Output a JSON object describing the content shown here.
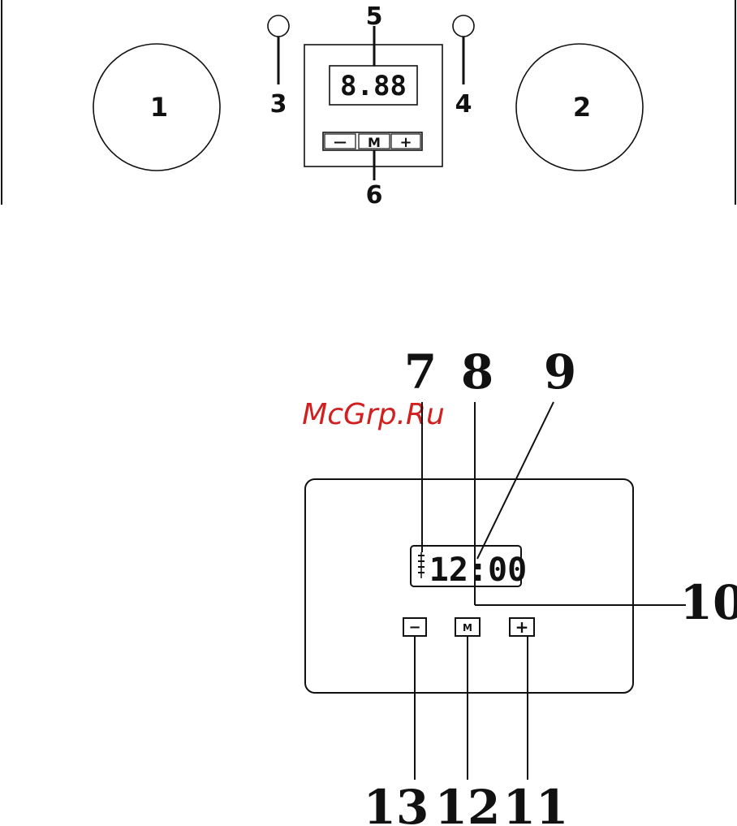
{
  "top": {
    "burner_left": "1",
    "burner_right": "2",
    "label_3": "3",
    "label_4": "4",
    "label_5": "5",
    "label_6": "6",
    "display": "8.88",
    "btn_minus": "—",
    "btn_m": "M",
    "btn_plus": "+"
  },
  "bottom": {
    "label_7": "7",
    "label_8": "8",
    "label_9": "9",
    "label_10": "10",
    "label_11": "11",
    "label_12": "12",
    "label_13": "13",
    "display": "12:00",
    "btn_minus": "−",
    "btn_m": "M",
    "btn_plus": "+"
  },
  "watermark": "McGrp.Ru",
  "colors": {
    "ink": "#111111",
    "watermark": "#d21f1f"
  }
}
